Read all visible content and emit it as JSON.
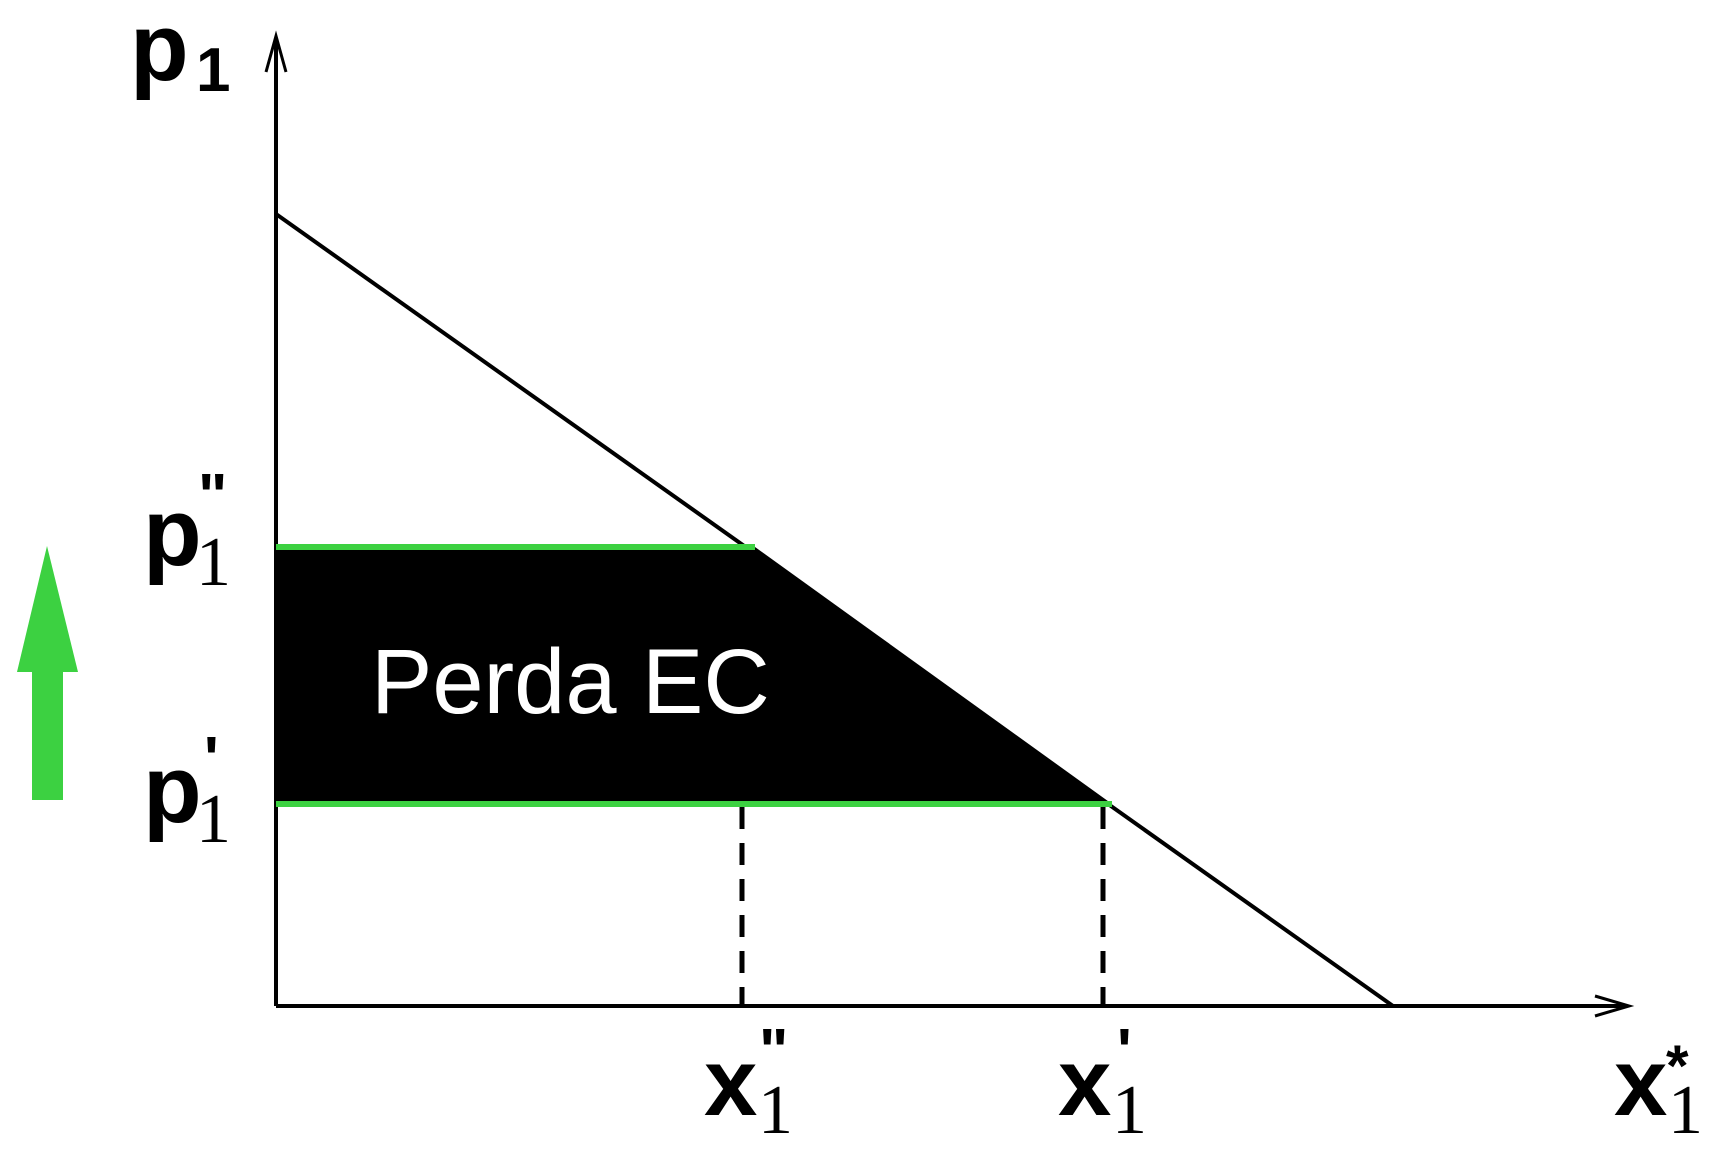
{
  "colors": {
    "accent": "#3cd141",
    "curve": "#000000",
    "fill": "#000000",
    "region_text": "#ffffff"
  },
  "axis_labels": {
    "y_main": "p",
    "y_sub": "1",
    "x_main": "x",
    "x_sub": "1",
    "x_super": "*"
  },
  "price_labels": [
    {
      "main": "p",
      "sub": "1",
      "prime": "\""
    },
    {
      "main": "p",
      "sub": "1",
      "prime": "'"
    }
  ],
  "quantity_labels": [
    {
      "main": "x",
      "sub": "1",
      "prime": "\""
    },
    {
      "main": "x",
      "sub": "1",
      "prime": "'"
    }
  ],
  "region_label": "Perda EC",
  "arrow_icon": "up-arrow-icon"
}
